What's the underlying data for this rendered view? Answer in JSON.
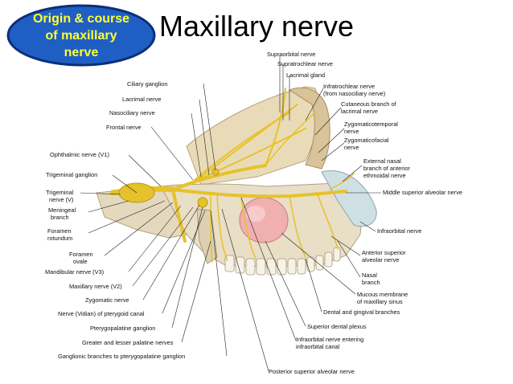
{
  "badge": {
    "line1": "Origin & course",
    "line2": "of maxillary",
    "line3": "nerve"
  },
  "title": "Maxillary nerve",
  "labels": {
    "supraorbital": "Supraorbital nerve",
    "supratrochlear": "Supratrochlear nerve",
    "lacrimal_gland": "Lacrimal gland",
    "infratrochlear_1": "Infratrochlear nerve",
    "infratrochlear_2": "(from nasociliary nerve)",
    "cutaneous_1": "Cutaneous branch of",
    "cutaneous_2": "lacrimal nerve",
    "zygomaticotemporal_1": "Zygomaticotemporal",
    "zygomaticotemporal_2": "nerve",
    "zygomaticofacial_1": "Zygomaticofacial",
    "zygomaticofacial_2": "nerve",
    "ext_nasal_1": "External nasal",
    "ext_nasal_2": "branch of anterior",
    "ext_nasal_3": "ethmoidal nerve",
    "middle_sup_alv": "Middle superior alveolar nerve",
    "infraorbital": "Infraorbital nerve",
    "ant_sup_alv_1": "Anterior superior",
    "ant_sup_alv_2": "alveolar nerve",
    "nasal_branch_1": "Nasal",
    "nasal_branch_2": "branch",
    "mucous_1": "Mucous membrane",
    "mucous_2": "of maxillary sinus",
    "dental_gingival": "Dental and gingival branches",
    "sup_dental_plexus": "Superior dental plexus",
    "infraorbital_enter_1": "Infraorbital nerve entering",
    "infraorbital_enter_2": "infraorbital canal",
    "post_sup_alv": "Posterior superior alveolar nerve",
    "ciliary": "Ciliary ganglion",
    "lacrimal_nerve": "Lacrimal nerve",
    "nasociliary": "Nasociliary nerve",
    "frontal": "Frontal nerve",
    "ophthalmic": "Ophthalmic nerve (V1)",
    "trigeminal_ganglion": "Trigeminal ganglion",
    "trigeminal_1": "Trigeminal",
    "trigeminal_2": "nerve (V)",
    "meningeal_1": "Meningeal",
    "meningeal_2": "branch",
    "foramen_rot_1": "Foramen",
    "foramen_rot_2": "rotundum",
    "foramen_ov_1": "Foramen",
    "foramen_ov_2": "ovale",
    "mandibular": "Mandibular nerve (V3)",
    "maxillary": "Maxillary nerve (V2)",
    "zygomatic": "Zygomatic nerve",
    "vidian": "Nerve (Vidian) of pterygoid canal",
    "pterygopalatine": "Pterygopalatine ganglion",
    "palatine": "Greater and lesser palatine nerves",
    "ganglionic": "Ganglionic branches to pterygopalatine ganglion"
  },
  "colors": {
    "badge_fill": "#1f5fc4",
    "badge_border": "#0b2f7a",
    "badge_text": "#ffff33",
    "nerve": "#e6c22a",
    "bone": "#e7dcc3",
    "sinus": "#f0b0b0"
  }
}
